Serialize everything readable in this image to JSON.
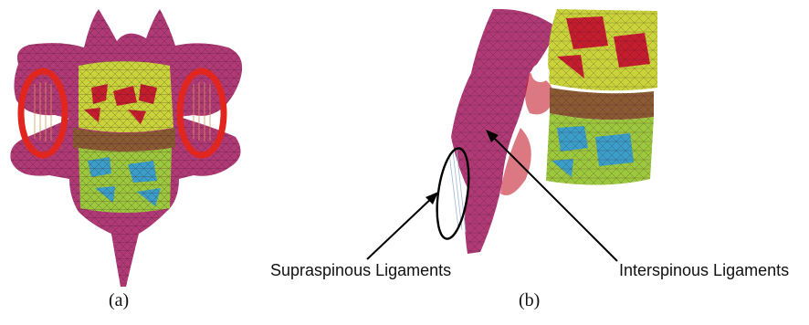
{
  "panel_a": {
    "caption": "(a)"
  },
  "panel_b": {
    "caption": "(b)",
    "label_supraspinous": "Supraspinous Ligaments",
    "label_interspinous": "Interspinous Ligaments"
  },
  "colors": {
    "bone_magenta": "#b03a76",
    "vertebra_yellow": "#c8d43a",
    "vertebra_red": "#c41e2e",
    "disc_brown": "#8a5a33",
    "lower_green": "#9bc83c",
    "lower_blue": "#3a9ec8",
    "highlight_red": "#e0261e"
  }
}
